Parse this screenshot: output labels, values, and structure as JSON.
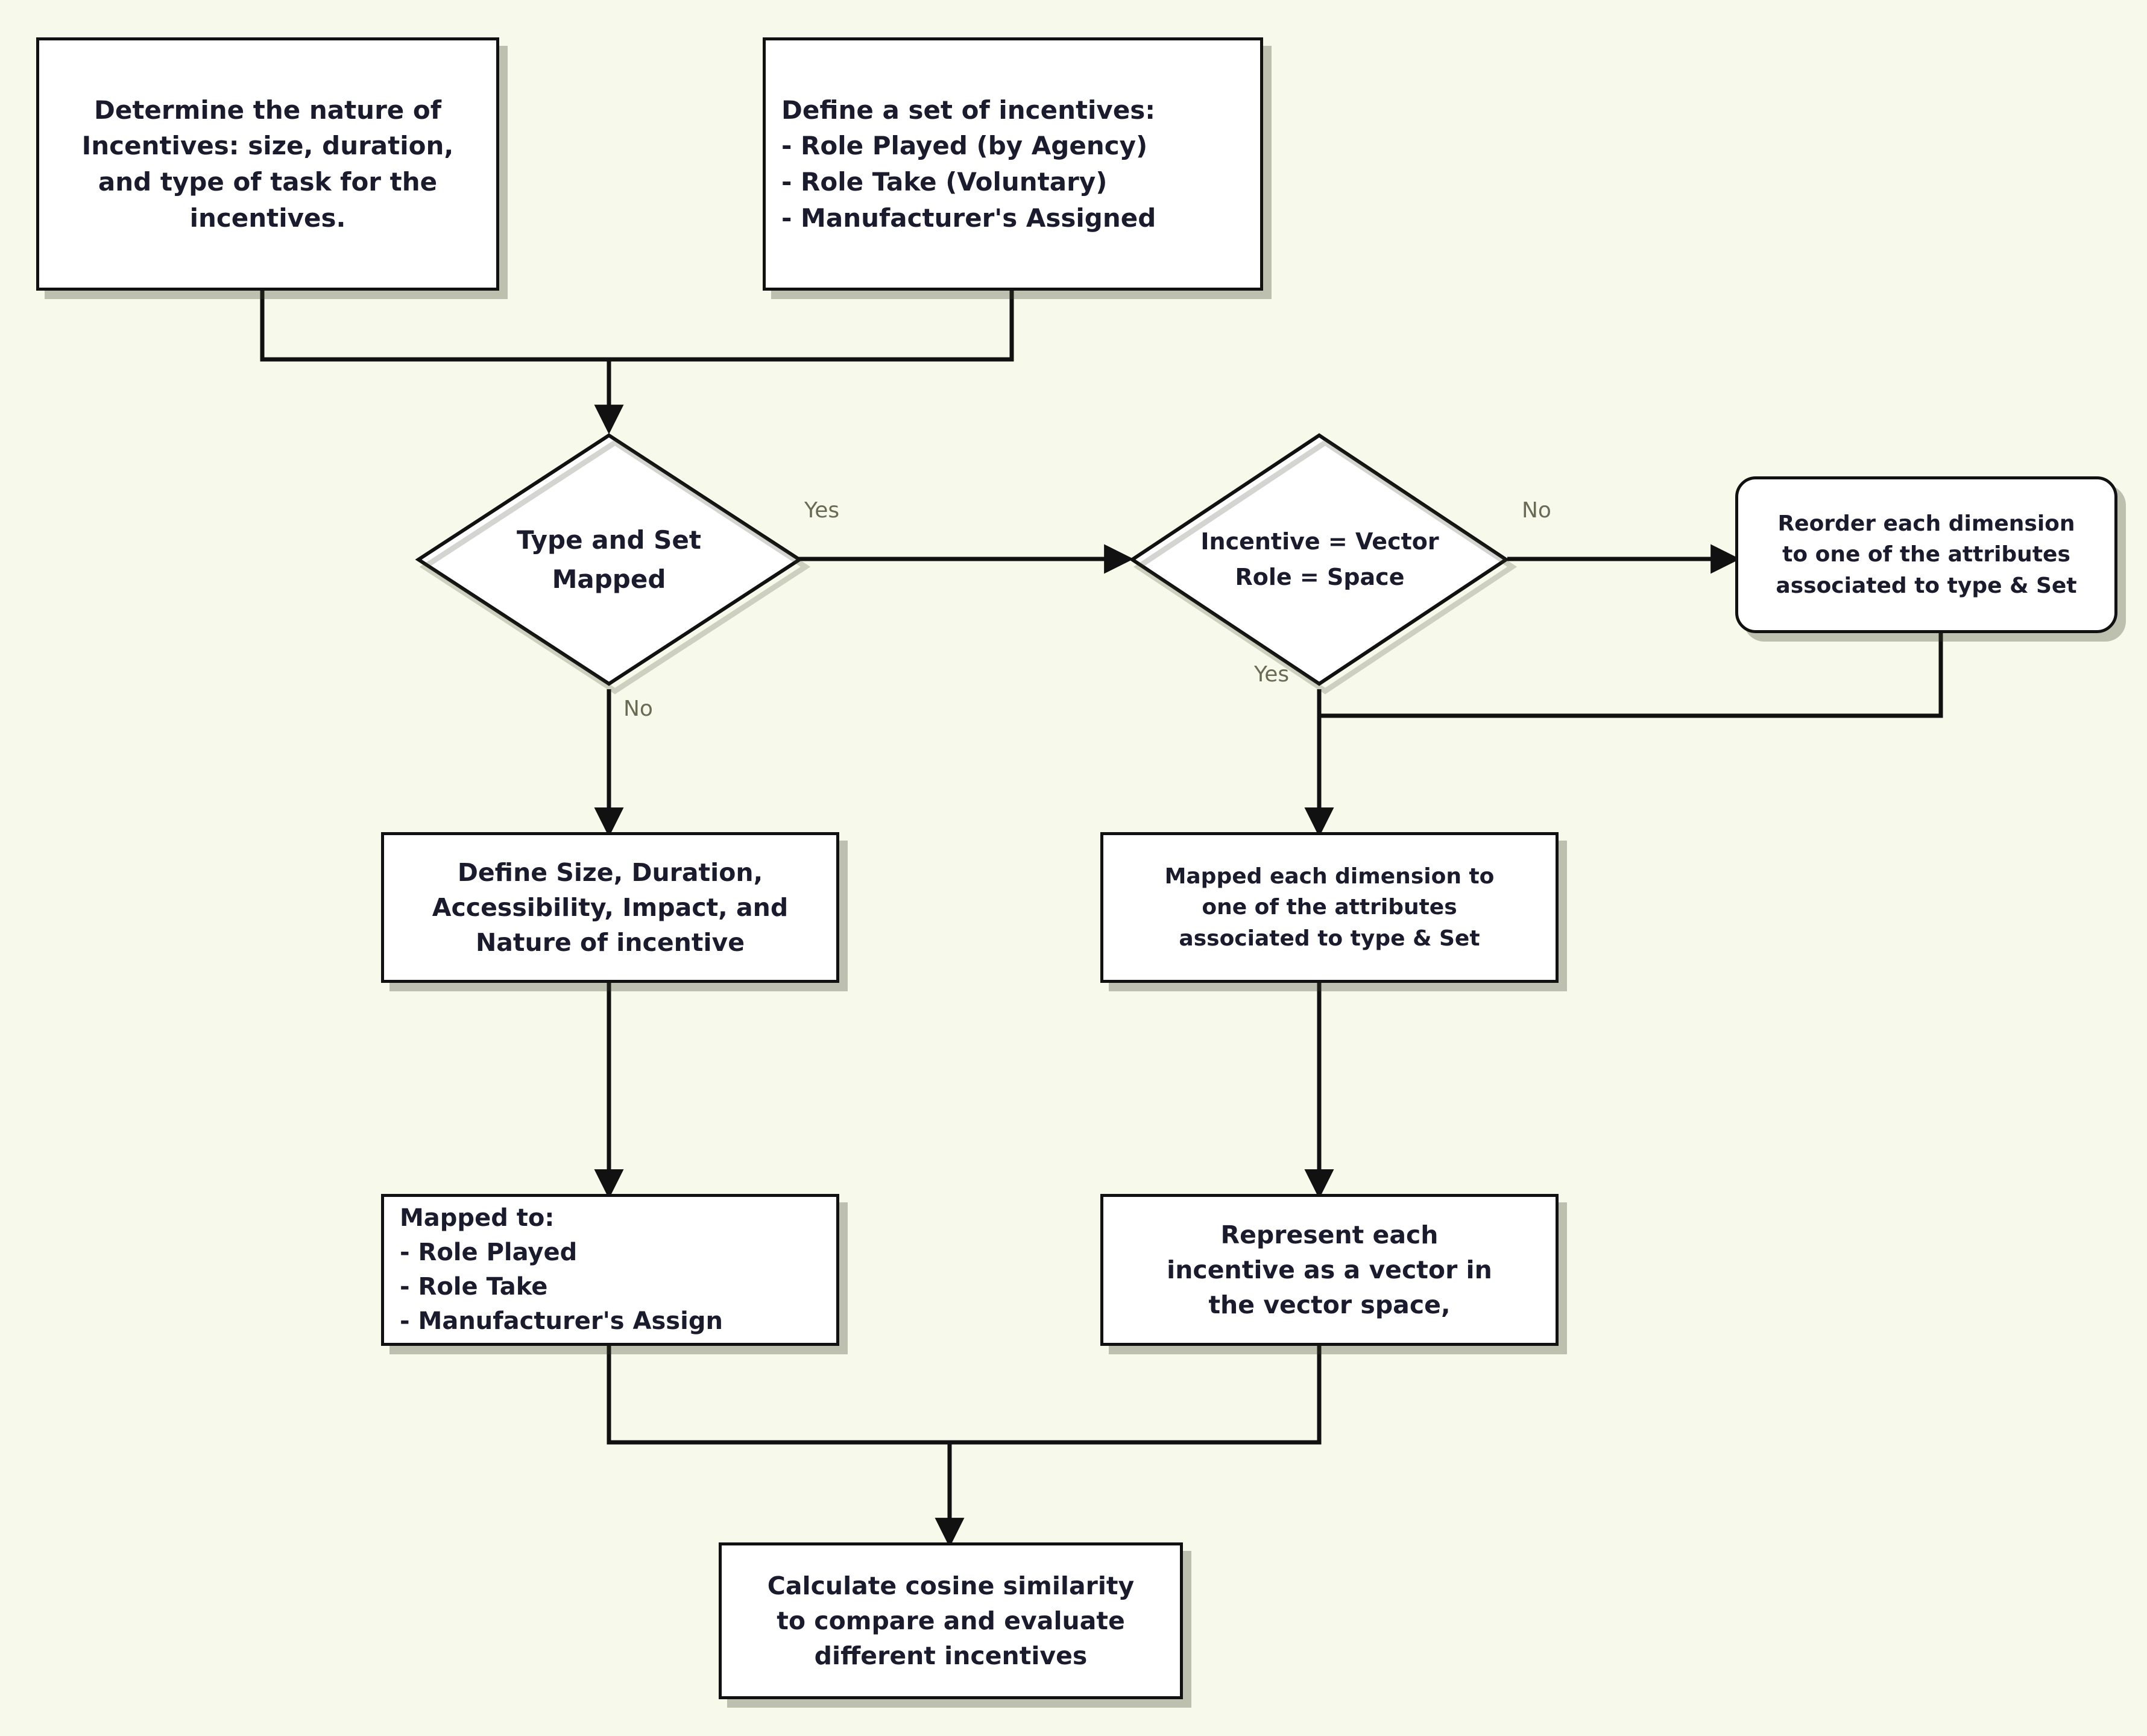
{
  "diagram": {
    "title": "Incentive vector mapping flowchart",
    "background_color": "#f7faea",
    "node_fill": "#ffffff",
    "stroke_color": "#111111",
    "text_color": "#1b1b2e",
    "edge_label_color": "#6a6a55"
  },
  "nodes": {
    "determine_nature": {
      "lines": [
        "Determine the nature of",
        "Incentives: size, duration,",
        "and type of task for the",
        "incentives."
      ]
    },
    "define_set": {
      "lines": [
        "Define a set of incentives:",
        "- Role Played (by Agency)",
        "- Role Take (Voluntary)",
        "- Manufacturer's Assigned"
      ]
    },
    "type_set_mapped": {
      "lines": [
        "Type and Set",
        "Mapped"
      ]
    },
    "incentive_vector": {
      "lines": [
        "Incentive = Vector",
        "Role = Space"
      ]
    },
    "reorder_dimension": {
      "lines": [
        "Reorder each dimension",
        "to one of the attributes",
        "associated to type & Set"
      ]
    },
    "define_size": {
      "lines": [
        "Define Size, Duration,",
        "Accessibility, Impact, and",
        "Nature of incentive"
      ]
    },
    "mapped_dimension": {
      "lines": [
        "Mapped each dimension to",
        "one of the attributes",
        "associated to type & Set"
      ]
    },
    "mapped_to": {
      "lines": [
        "Mapped to:",
        "- Role Played",
        "- Role Take",
        "- Manufacturer's Assign"
      ]
    },
    "represent_vector": {
      "lines": [
        "Represent each",
        "incentive as a vector in",
        "the vector space,"
      ]
    },
    "calculate_cosine": {
      "lines": [
        "Calculate cosine similarity",
        "to compare and evaluate",
        "different incentives"
      ]
    }
  },
  "edge_labels": {
    "type_set_yes": "Yes",
    "type_set_no": "No",
    "incentive_no": "No",
    "incentive_yes": "Yes"
  }
}
